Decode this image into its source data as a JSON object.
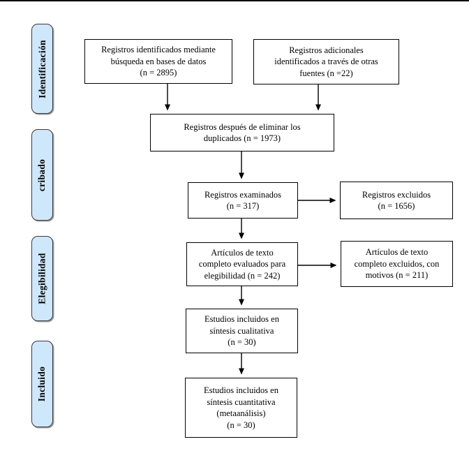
{
  "stages": [
    {
      "label": "Identificación"
    },
    {
      "label": "cribado"
    },
    {
      "label": "Elegibilidad"
    },
    {
      "label": "Incluido"
    }
  ],
  "boxes": [
    {
      "id": "records-identified-databases",
      "text": "Registros identificados mediante\nbúsqueda en bases de datos\n(n = 2895)"
    },
    {
      "id": "additional-records-other-sources",
      "text": "Registros adicionales\nidentificados a través de otras\nfuentes (n =22)"
    },
    {
      "id": "records-after-duplicates-removed",
      "text": "Registros después de eliminar los\nduplicados (n = 1973)"
    },
    {
      "id": "records-screened",
      "text": "Registros examinados\n(n = 317)"
    },
    {
      "id": "records-excluded",
      "text": "Registros excluidos\n(n = 1656)"
    },
    {
      "id": "fulltext-assessed-eligibility",
      "text": "Artículos de texto\ncompleto evaluados para\nelegibilidad (n = 242)"
    },
    {
      "id": "fulltext-excluded-with-reasons",
      "text": "Artículos de texto\ncompleto excluidos, con\nmotivos (n = 211)"
    },
    {
      "id": "studies-qualitative-synthesis",
      "text": "Estudios incluidos en\nsíntesis cualitativa\n(n = 30)"
    },
    {
      "id": "studies-quantitative-synthesis",
      "text": "Estudios incluidos en\nsíntesis cuantitativa\n(metaanálisis)\n(n = 30)"
    }
  ],
  "arrows": [
    {
      "from": "records-identified-databases",
      "to": "records-after-duplicates-removed"
    },
    {
      "from": "additional-records-other-sources",
      "to": "records-after-duplicates-removed"
    },
    {
      "from": "records-after-duplicates-removed",
      "to": "records-screened"
    },
    {
      "from": "records-screened",
      "to": "records-excluded"
    },
    {
      "from": "records-screened",
      "to": "fulltext-assessed-eligibility"
    },
    {
      "from": "fulltext-assessed-eligibility",
      "to": "fulltext-excluded-with-reasons"
    },
    {
      "from": "fulltext-assessed-eligibility",
      "to": "studies-qualitative-synthesis"
    },
    {
      "from": "studies-qualitative-synthesis",
      "to": "studies-quantitative-synthesis"
    }
  ],
  "colors": {
    "stage_fill": "#cfe7fa",
    "stage_border": "#3a3a3a",
    "stage_shadow": "#9e9e9e",
    "box_border": "#000000",
    "arrow": "#000000",
    "background": "#ffffff"
  }
}
